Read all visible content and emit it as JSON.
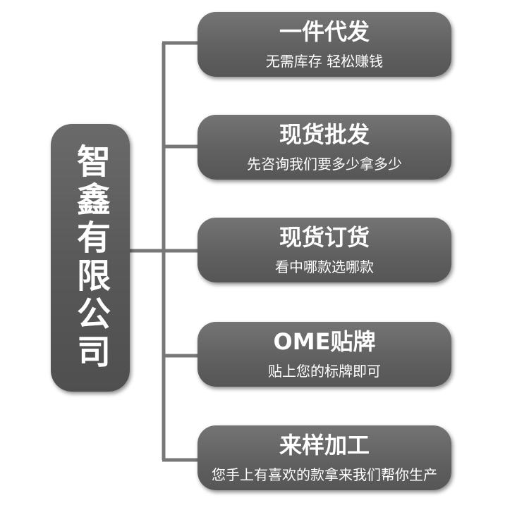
{
  "root": {
    "label": "智鑫有限公司"
  },
  "branches": [
    {
      "title": "一件代发",
      "subtitle": "无需库存 轻松赚钱"
    },
    {
      "title": "现货批发",
      "subtitle": "先咨询我们要多少拿多少"
    },
    {
      "title": "现货订货",
      "subtitle": "看中哪款选哪款"
    },
    {
      "title": "OME贴牌",
      "subtitle": "贴上您的标牌即可"
    },
    {
      "title": "来样加工",
      "subtitle": "您手上有喜欢的款拿来我们帮你生产"
    }
  ],
  "colors": {
    "box_fill": "#5f5f5f",
    "connector": "#777777",
    "text": "#ffffff"
  }
}
